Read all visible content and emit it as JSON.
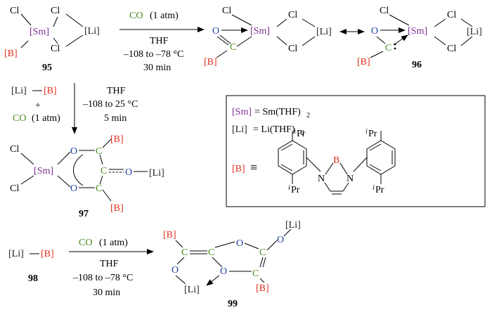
{
  "atoms": {
    "cl": "Cl",
    "sm": "[Sm]",
    "li": "[Li]",
    "b": "[B]",
    "c": "C",
    "o": "O",
    "n": "N",
    "b_atom": "B",
    "plus": "+",
    "ipr": "Pr",
    "i": "i",
    "equiv": "≡"
  },
  "compounds": {
    "c95": "95",
    "c96": "96",
    "c97": "97",
    "c98": "98",
    "c99": "99"
  },
  "conditions": {
    "co": "CO",
    "atm": "(1 atm)",
    "thf": "THF",
    "temp1": "–108 to –78 °C",
    "time1": "30 min",
    "temp2": "–108 to 25 °C",
    "time2": "5 min",
    "temp3": "–108 to –78 °C",
    "time3": "30 min"
  },
  "legend": {
    "sm_def_lhs": "[Sm]",
    "sm_def_rhs": "= Sm(THF)",
    "sm_sub": "2",
    "li_def_lhs": "[Li]",
    "li_def_rhs": "= Li(THF)",
    "li_sub": "2"
  },
  "colors": {
    "sm": "#7b2d8e",
    "b": "#e0301e",
    "c": "#4a8a1e",
    "o": "#1f3f9e"
  }
}
